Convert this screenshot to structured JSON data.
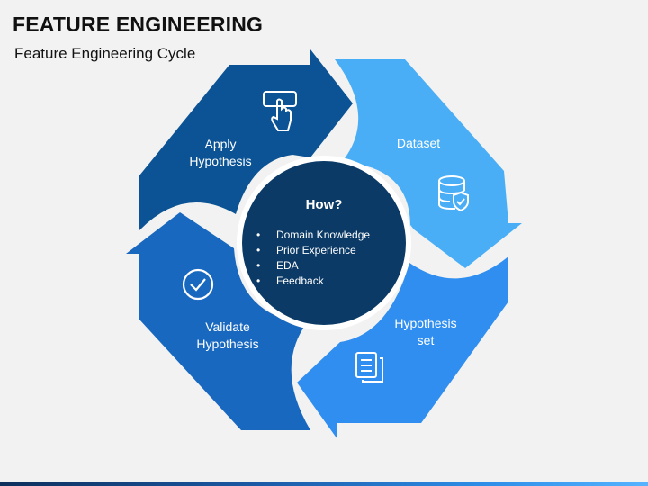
{
  "header": {
    "title": "FEATURE ENGINEERING",
    "subtitle": "Feature Engineering Cycle"
  },
  "segments": [
    {
      "label": "Apply Hypothesis",
      "icon": "click-button-icon",
      "color": "#0b5394"
    },
    {
      "label": "Dataset",
      "icon": "database-shield-icon",
      "color": "#49aef5"
    },
    {
      "label": "Hypothesis set",
      "icon": "documents-icon",
      "color": "#2f8ef0"
    },
    {
      "label": "Validate Hypothesis",
      "icon": "check-circle-icon",
      "color": "#1868c0"
    }
  ],
  "hub": {
    "title": "How?",
    "items": [
      "Domain Knowledge",
      "Prior Experience",
      "EDA",
      "Feedback"
    ],
    "color": "#0b3a66"
  }
}
